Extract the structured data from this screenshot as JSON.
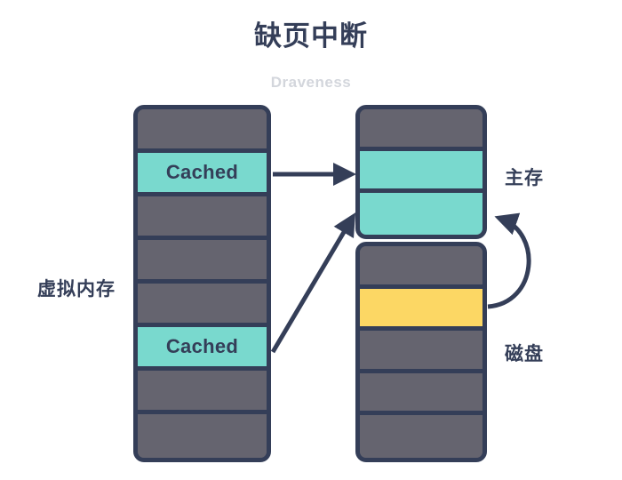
{
  "heading": {
    "title": "缺页中断",
    "subtitle": "Draveness"
  },
  "colors": {
    "ink": "#343E58",
    "cell_gray": "#65646F",
    "cell_teal": "#79D9CE",
    "cell_yellow": "#FCD764",
    "subtitle_gray": "#D3D6DC",
    "background": "#FFFFFF"
  },
  "labels": {
    "virtual_memory": "虚拟内存",
    "main_memory": "主存",
    "disk": "磁盘"
  },
  "columns": {
    "virtual_memory": {
      "name": "虚拟内存",
      "cells": [
        {
          "text": "",
          "fill": "gray"
        },
        {
          "text": "Cached",
          "fill": "teal"
        },
        {
          "text": "",
          "fill": "gray"
        },
        {
          "text": "",
          "fill": "gray"
        },
        {
          "text": "",
          "fill": "gray"
        },
        {
          "text": "Cached",
          "fill": "teal"
        },
        {
          "text": "",
          "fill": "gray"
        },
        {
          "text": "",
          "fill": "gray"
        }
      ]
    },
    "main_memory": {
      "name": "主存",
      "cells": [
        {
          "text": "",
          "fill": "gray"
        },
        {
          "text": "",
          "fill": "teal"
        },
        {
          "text": "",
          "fill": "teal"
        }
      ]
    },
    "disk": {
      "name": "磁盘",
      "cells": [
        {
          "text": "",
          "fill": "gray"
        },
        {
          "text": "",
          "fill": "yellow"
        },
        {
          "text": "",
          "fill": "gray"
        },
        {
          "text": "",
          "fill": "gray"
        },
        {
          "text": "",
          "fill": "gray"
        }
      ]
    }
  },
  "arrows": [
    {
      "id": "cached-to-main-memory-straight",
      "from": "虚拟内存 Cached (上)",
      "to": "主存 第一个缓存页",
      "style": "straight"
    },
    {
      "id": "cached-to-main-memory-diagonal",
      "from": "虚拟内存 Cached (下)",
      "to": "主存 第二个缓存页",
      "style": "diagonal"
    },
    {
      "id": "disk-to-main-memory-curve",
      "from": "磁盘 页面",
      "to": "主存 第二个缓存页",
      "style": "curved"
    }
  ]
}
